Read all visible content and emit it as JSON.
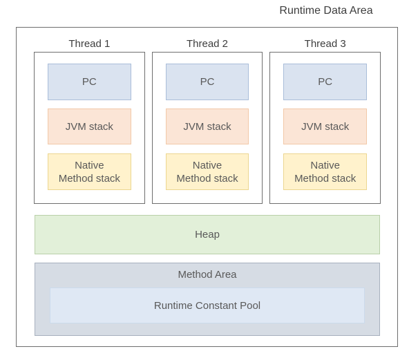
{
  "title": "Runtime Data Area",
  "threads": [
    {
      "label": "Thread 1",
      "boxes": {
        "pc": "PC",
        "jvm_stack": "JVM stack",
        "native_method_stack": "Native\nMethod stack"
      }
    },
    {
      "label": "Thread 2",
      "boxes": {
        "pc": "PC",
        "jvm_stack": "JVM stack",
        "native_method_stack": "Native\nMethod stack"
      }
    },
    {
      "label": "Thread 3",
      "boxes": {
        "pc": "PC",
        "jvm_stack": "JVM stack",
        "native_method_stack": "Native\nMethod stack"
      }
    }
  ],
  "heap": {
    "label": "Heap"
  },
  "method_area": {
    "label": "Method Area",
    "runtime_constant_pool": "Runtime Constant Pool"
  },
  "colors": {
    "outline": "#6e6e6e",
    "label_text": "#3d3d3d",
    "box_text": "#595959",
    "pc_fill": "#dae3f0",
    "pc_border": "#a9bdd9",
    "jvm_stack_fill": "#fbe5d6",
    "jvm_stack_border": "#f2c9a8",
    "native_fill": "#fff2cc",
    "native_border": "#ecd690",
    "heap_fill": "#e2f0d9",
    "heap_border": "#b9cfa9",
    "method_area_fill": "#d6dce4",
    "method_area_border": "#a7b0bd",
    "rcp_fill": "#dfe8f4",
    "rcp_border": "#cbdaec"
  }
}
